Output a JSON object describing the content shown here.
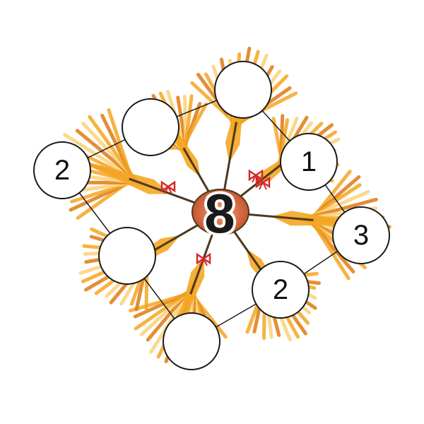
{
  "colors": {
    "petal": "#f5a623",
    "petal_light": "#fcd27a",
    "petal_dark": "#e07b12",
    "stem": "#4a3a1e",
    "bow": "#d42a2a",
    "center": "#d9734a",
    "line": "#1a1a1a",
    "node_fill": "#ffffff"
  },
  "center": {
    "value": "8"
  },
  "nodes": [
    {
      "id": "top",
      "value": ""
    },
    {
      "id": "upper-left",
      "value": ""
    },
    {
      "id": "left",
      "value": "2"
    },
    {
      "id": "upper-right",
      "value": "1"
    },
    {
      "id": "right",
      "value": "3"
    },
    {
      "id": "lower-right",
      "value": "2"
    },
    {
      "id": "bottom",
      "value": ""
    },
    {
      "id": "lower-left",
      "value": ""
    }
  ]
}
